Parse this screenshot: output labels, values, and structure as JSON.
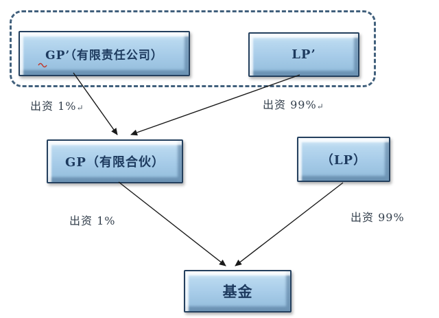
{
  "diagram": {
    "type": "flowchart",
    "description": "Fund structure diagram: GP' (limited liability company) and LP' inside a dashed group invest into GP (limited partnership); GP and (LP) invest into the fund",
    "nodes": {
      "gp_prime": {
        "label": "GP’（有限责任公司）"
      },
      "lp_prime": {
        "label": "LP’"
      },
      "gp": {
        "label": "GP（有限合伙）"
      },
      "lp": {
        "label": "（LP）"
      },
      "fund": {
        "label": "基金"
      }
    },
    "edges": [
      {
        "from": "gp_prime",
        "to": "gp",
        "label": "出资 1%",
        "mark": "↵"
      },
      {
        "from": "lp_prime",
        "to": "gp",
        "label": "出资 99%",
        "mark": "↵"
      },
      {
        "from": "gp",
        "to": "fund",
        "label": "出资 1%",
        "mark": ""
      },
      {
        "from": "lp",
        "to": "fund",
        "label": "出资 99%",
        "mark": ""
      }
    ],
    "colors": {
      "node_fill": "#a6cbe8",
      "node_fill_highlight": "#ddeefa",
      "node_border": "#24405e",
      "node_text": "#1d3a5e",
      "dashed_border": "#41607c",
      "arrow": "#1a1a1a",
      "edge_label_text": "#333f4c",
      "spellcheck_squiggle": "#c0392b",
      "background": "#ffffff"
    }
  }
}
